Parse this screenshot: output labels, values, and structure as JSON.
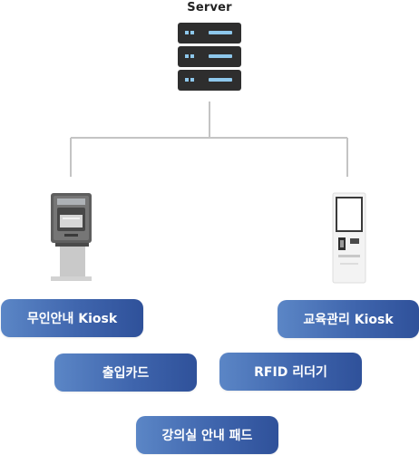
{
  "server": {
    "label": "Server",
    "icon": "server-rack-icon"
  },
  "devices": {
    "left": {
      "icon": "kiosk-terminal-icon"
    },
    "right": {
      "icon": "touchscreen-kiosk-icon"
    }
  },
  "pills": {
    "unmanned_kiosk": "무인안내 Kiosk",
    "education_kiosk": "교육관리 Kiosk",
    "access_card": "출입카드",
    "rfid_reader": "RFID 리더기",
    "lecture_pad": "강의실 안내 패드"
  },
  "colors": {
    "pill_start": "#5b86c6",
    "pill_end": "#2f519a",
    "server_body": "#2e2e2e",
    "server_led": "#8ec8ec",
    "connector": "#c4c4c4"
  }
}
